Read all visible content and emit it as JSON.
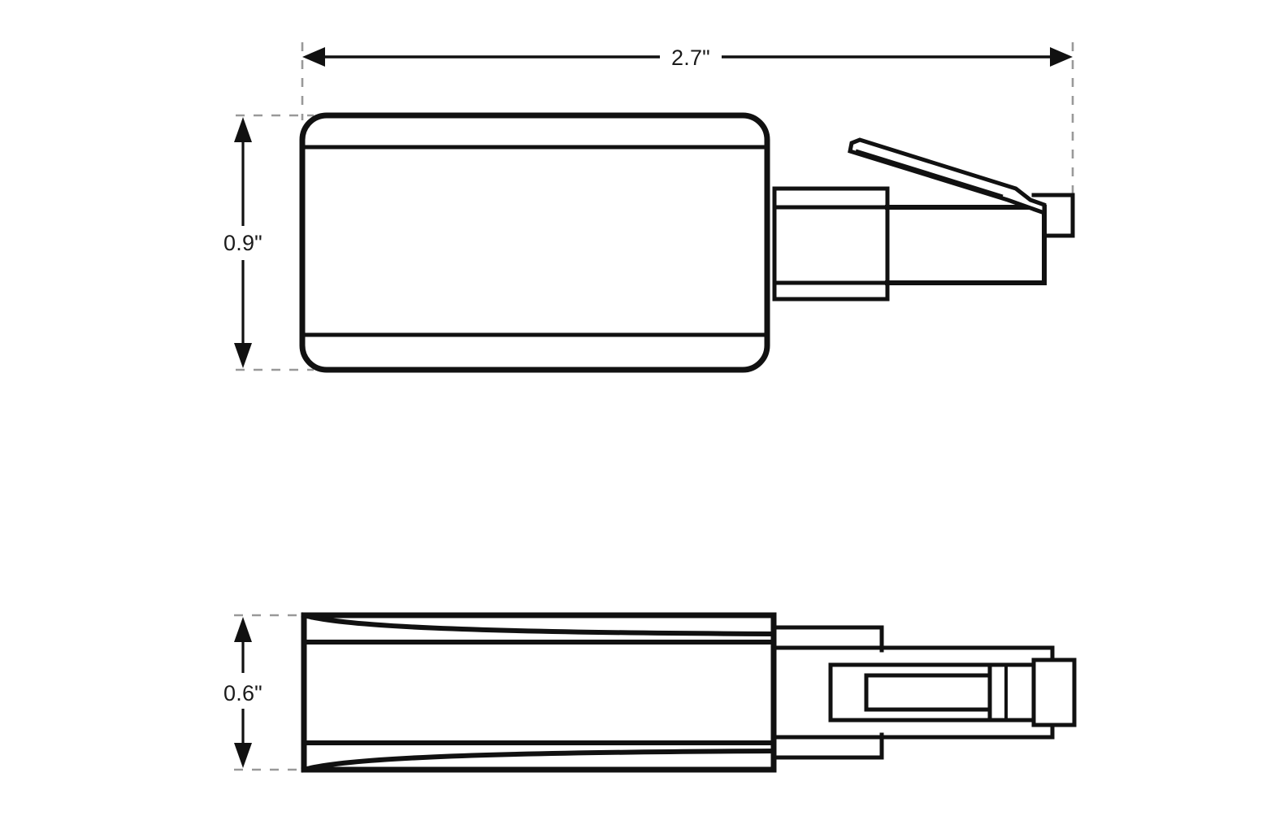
{
  "drawing": {
    "title": "RJ45 adapter dimension drawing",
    "background_color": "#ffffff",
    "line_color": "#111111",
    "extension_line_color": "#999999",
    "text_color": "#1a1a1a",
    "units": "inches"
  },
  "dimensions": {
    "length": {
      "label": "2.7\"",
      "value": 2.7,
      "orientation": "horizontal",
      "applies_to": "side-view-overall-length"
    },
    "height": {
      "label": "0.9\"",
      "value": 0.9,
      "orientation": "vertical",
      "applies_to": "side-view-body-height"
    },
    "width": {
      "label": "0.6\"",
      "value": 0.6,
      "orientation": "vertical",
      "applies_to": "top-view-body-width"
    }
  },
  "views": [
    {
      "name": "side-view",
      "parts": [
        "housing-body",
        "strain-relief-collar",
        "rj45-plug-body",
        "rj45-latch-tab",
        "plug-nose"
      ]
    },
    {
      "name": "top-view",
      "parts": [
        "housing-body",
        "strain-relief-collar",
        "rj45-plug-body",
        "latch-channel",
        "latch-tab-bar",
        "plug-nose"
      ]
    }
  ]
}
